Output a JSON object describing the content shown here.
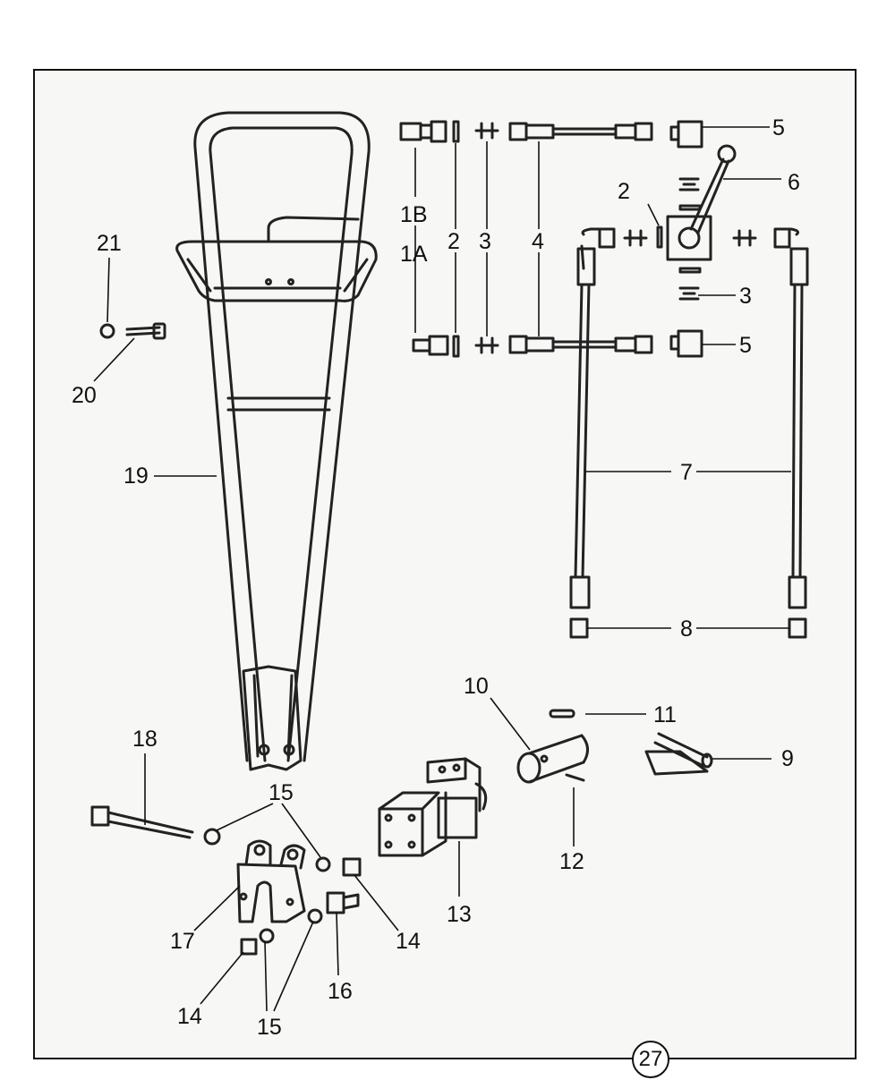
{
  "labels": {
    "l5a": "5",
    "l6": "6",
    "l2b": "2",
    "l1b": "1B",
    "l1a": "1A",
    "l2a": "2",
    "l3a": "3",
    "l4": "4",
    "l21": "21",
    "l3b": "3",
    "l5b": "5",
    "l20": "20",
    "l19": "19",
    "l7": "7",
    "l8": "8",
    "l10": "10",
    "l11": "11",
    "l9": "9",
    "l18": "18",
    "l15a": "15",
    "l12": "12",
    "l13": "13",
    "l17": "17",
    "l14a": "14",
    "l16": "16",
    "l14b": "14",
    "l15b": "15"
  },
  "page_number": "27"
}
